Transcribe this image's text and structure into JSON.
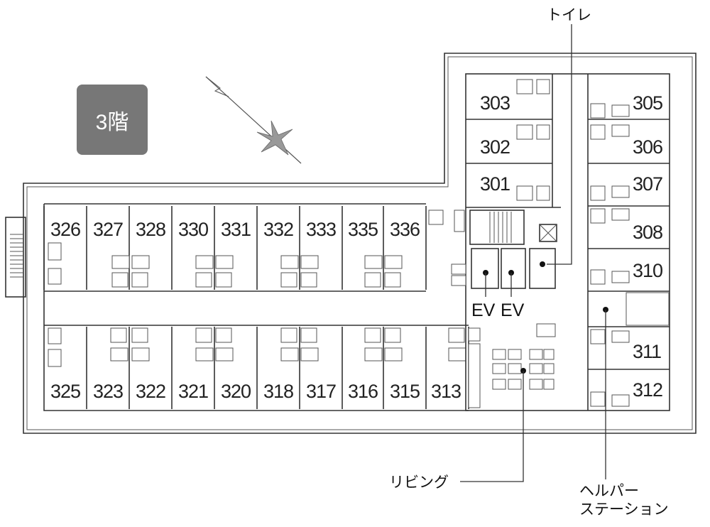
{
  "floor": {
    "label": "3階"
  },
  "rooms": {
    "north": [
      "326",
      "327",
      "328",
      "330",
      "331",
      "332",
      "333",
      "335",
      "336"
    ],
    "south": [
      "325",
      "323",
      "322",
      "321",
      "320",
      "318",
      "317",
      "316",
      "315",
      "313"
    ],
    "east_wing_left": [
      "303",
      "302",
      "301"
    ],
    "east_wing_right": [
      "305",
      "306",
      "307",
      "308",
      "310",
      "311",
      "312"
    ]
  },
  "labels": {
    "toilet": "トイレ",
    "ev1": "EV",
    "ev2": "EV",
    "living": "リビング",
    "helper_line1": "ヘルパー",
    "helper_line2": "ステーション"
  }
}
